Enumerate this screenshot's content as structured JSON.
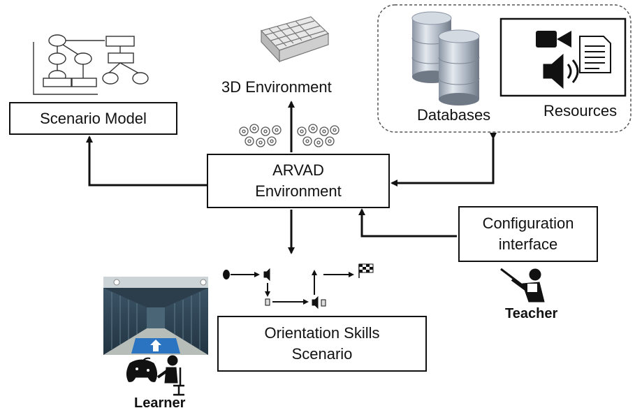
{
  "nodes": {
    "scenario_model": "Scenario Model",
    "environment_3d": "3D Environment",
    "arvad": {
      "line1": "ARVAD",
      "line2": "Environment"
    },
    "configuration": {
      "line1": "Configuration",
      "line2": "interface"
    },
    "orientation": {
      "line1": "Orientation Skills",
      "line2": "Scenario"
    },
    "databases": "Databases",
    "resources": "Resources"
  },
  "actors": {
    "teacher": "Teacher",
    "learner": "Learner"
  },
  "icons": [
    "flowchart-icon",
    "maze-icon",
    "gears-icon",
    "database-icon",
    "video-icon",
    "document-icon",
    "speaker-icon",
    "teacher-icon",
    "learner-gamer-icon",
    "game-screenshot",
    "scenario-flow-icon",
    "flag-icon"
  ],
  "colors": {
    "line": "#111111",
    "db_fill": "#9ea7b5",
    "db_light": "#dde3ea",
    "game_wall": "#2f4658"
  }
}
